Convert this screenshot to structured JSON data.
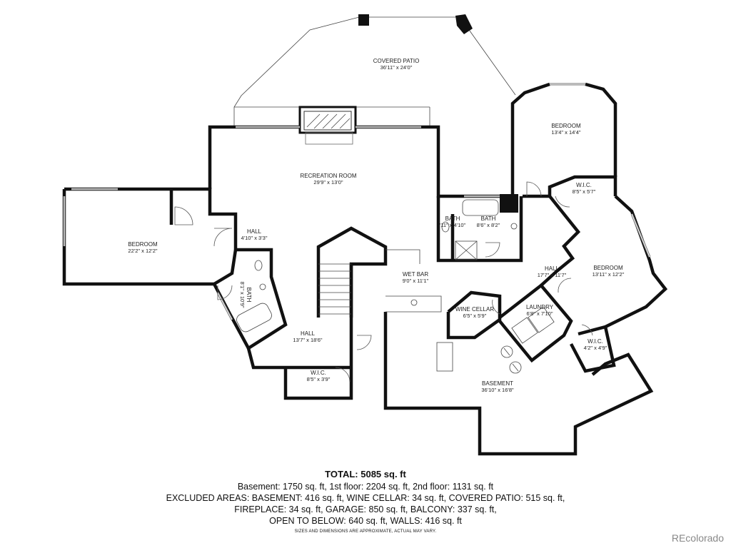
{
  "rooms": [
    {
      "id": "covered-patio",
      "name": "COVERED PATIO",
      "dims": "36'11\" x 24'0\""
    },
    {
      "id": "bedroom-ne",
      "name": "BEDROOM",
      "dims": "13'4\" x 14'4\""
    },
    {
      "id": "recreation-room",
      "name": "RECREATION ROOM",
      "dims": "29'9\" x 13'0\""
    },
    {
      "id": "bedroom-w",
      "name": "BEDROOM",
      "dims": "22'2\" x 12'2\""
    },
    {
      "id": "hall-w",
      "name": "HALL",
      "dims": "4'10\" x 3'3\""
    },
    {
      "id": "bath-small",
      "name": "BATH",
      "dims": "'11\" x 4'10\""
    },
    {
      "id": "bath-main",
      "name": "BATH",
      "dims": "8'6\" x 8'2\""
    },
    {
      "id": "wic-ne",
      "name": "W.I.C.",
      "dims": "8'5\" x 5'7\""
    },
    {
      "id": "bath-w",
      "name": "BATH",
      "dims": "8'1\" x 10'9\""
    },
    {
      "id": "hall-e",
      "name": "HALL",
      "dims": "17'7\" x 11'7\""
    },
    {
      "id": "bedroom-e",
      "name": "BEDROOM",
      "dims": "13'11\" x 12'2\""
    },
    {
      "id": "wet-bar",
      "name": "WET BAR",
      "dims": "9'0\" x 11'1\""
    },
    {
      "id": "wine-cellar",
      "name": "WINE CELLAR",
      "dims": "6'5\" x 5'9\""
    },
    {
      "id": "laundry",
      "name": "LAUNDRY",
      "dims": "6'8\" x 7'10\""
    },
    {
      "id": "hall-s",
      "name": "HALL",
      "dims": "13'7\" x 18'6\""
    },
    {
      "id": "wic-e",
      "name": "W.I.C.",
      "dims": "4'2\" x 4'9\""
    },
    {
      "id": "wic-s",
      "name": "W.I.C.",
      "dims": "8'5\" x 3'9\""
    },
    {
      "id": "basement",
      "name": "BASEMENT",
      "dims": "36'10\" x 16'8\""
    }
  ],
  "summary": {
    "total": "TOTAL: 5085 sq. ft",
    "line1": "Basement: 1750 sq. ft, 1st floor: 2204 sq. ft, 2nd floor: 1131 sq. ft",
    "line2": "EXCLUDED AREAS: BASEMENT: 416 sq. ft, WINE CELLAR: 34 sq. ft, COVERED PATIO: 515 sq. ft,",
    "line3": "FIREPLACE: 34 sq. ft, GARAGE: 850 sq. ft, BALCONY: 337 sq. ft,",
    "line4": "OPEN TO BELOW: 640 sq. ft, WALLS: 416 sq. ft",
    "disclaimer": "SIZES AND DIMENSIONS ARE APPROXIMATE, ACTUAL MAY VARY."
  },
  "brand": "REcolorado"
}
